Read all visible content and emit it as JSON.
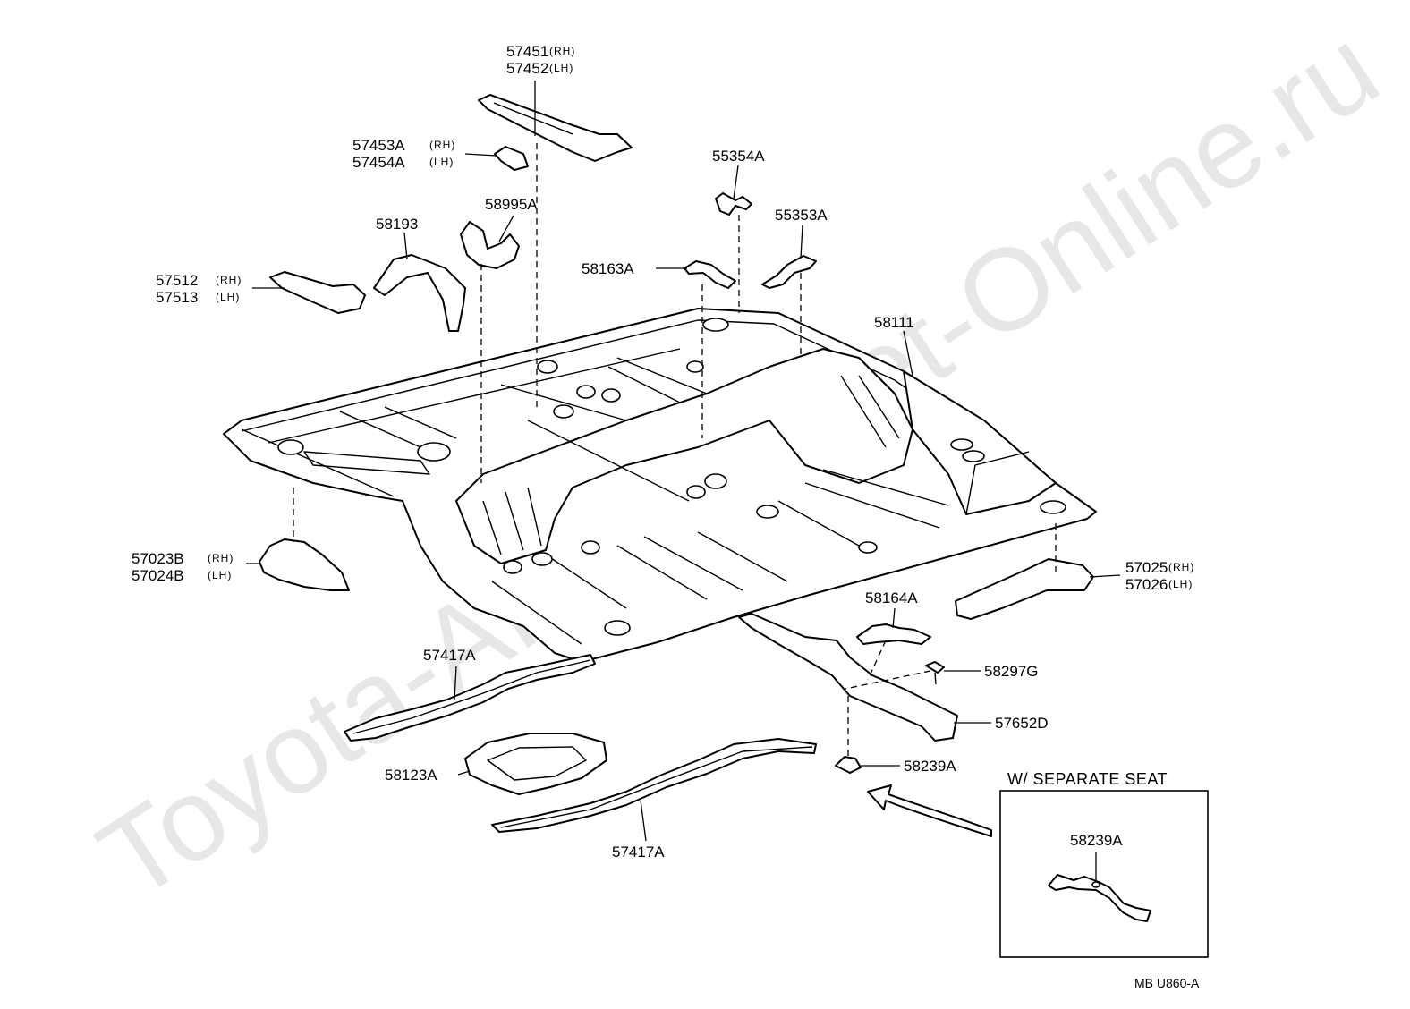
{
  "watermark": "Toyota-Aftermarket-Online.ru",
  "inset": {
    "title": "W/ SEPARATE SEAT",
    "part": "58239A"
  },
  "diagram_code": "MB U860-A",
  "callouts": [
    {
      "id": "57451-57452",
      "line1": "57451",
      "side1": "(RH)",
      "line2": "57452",
      "side2": "(LH)"
    },
    {
      "id": "57453A-57454A",
      "line1": "57453A",
      "side1": "(RH)",
      "line2": "57454A",
      "side2": "(LH)"
    },
    {
      "id": "58995A",
      "line1": "58995A"
    },
    {
      "id": "58193",
      "line1": "58193"
    },
    {
      "id": "57512-57513",
      "line1": "57512",
      "side1": "(RH)",
      "line2": "57513",
      "side2": "(LH)"
    },
    {
      "id": "55354A",
      "line1": "55354A"
    },
    {
      "id": "55353A",
      "line1": "55353A"
    },
    {
      "id": "58163A",
      "line1": "58163A"
    },
    {
      "id": "58111",
      "line1": "58111"
    },
    {
      "id": "57023B-57024B",
      "line1": "57023B",
      "side1": "(RH)",
      "line2": "57024B",
      "side2": "(LH)"
    },
    {
      "id": "57025-57026",
      "line1": "57025",
      "side1": "(RH)",
      "line2": "57026",
      "side2": "(LH)"
    },
    {
      "id": "58164A",
      "line1": "58164A"
    },
    {
      "id": "58297G",
      "line1": "58297G"
    },
    {
      "id": "57652D",
      "line1": "57652D"
    },
    {
      "id": "58239A",
      "line1": "58239A"
    },
    {
      "id": "57417A-upper",
      "line1": "57417A"
    },
    {
      "id": "58123A",
      "line1": "58123A"
    },
    {
      "id": "57417A-lower",
      "line1": "57417A"
    }
  ]
}
